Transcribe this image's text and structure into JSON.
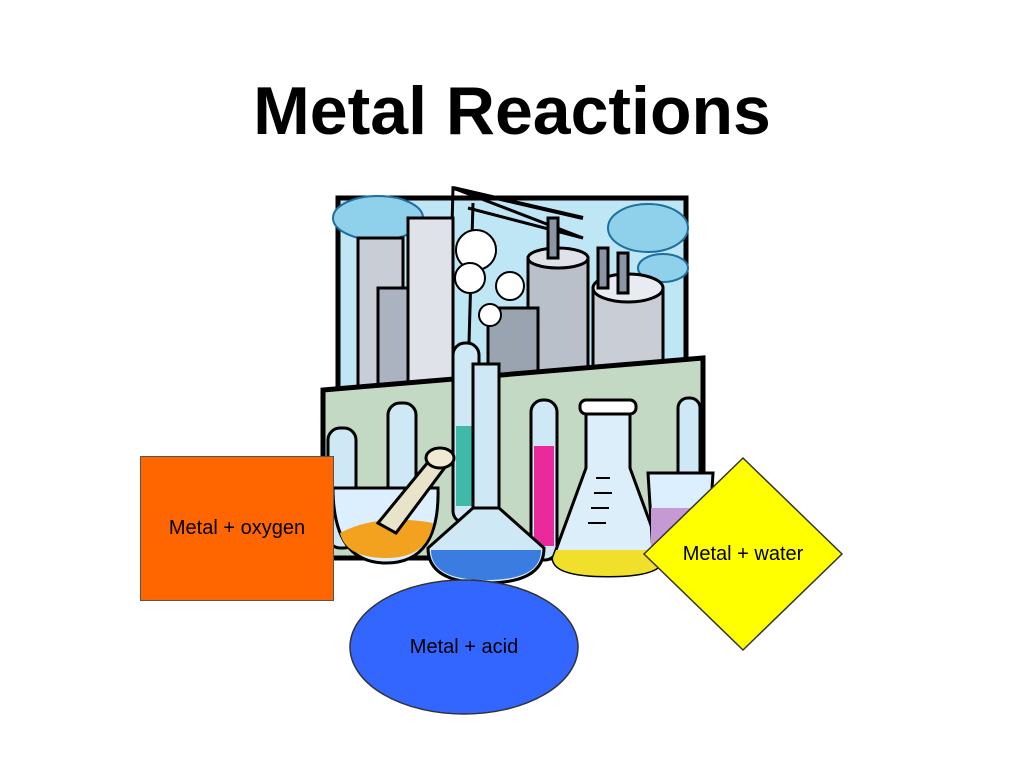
{
  "slide": {
    "title": "Metal Reactions"
  },
  "illustration": {
    "name": "laboratory-glassware-and-factory-clipart"
  },
  "shapes": [
    {
      "id": "oxygen",
      "label": "Metal + oxygen",
      "shape": "rectangle",
      "fill": "#FF6600"
    },
    {
      "id": "water",
      "label": "Metal + water",
      "shape": "diamond",
      "fill": "#FFFF00"
    },
    {
      "id": "acid",
      "label": "Metal + acid",
      "shape": "ellipse",
      "fill": "#3366FF"
    }
  ],
  "colors": {
    "background": "#FFFFFF",
    "title_text": "#000000",
    "oxygen_fill": "#FF6600",
    "water_fill": "#FFFF00",
    "acid_fill": "#3366FF",
    "outline": "#333333"
  }
}
